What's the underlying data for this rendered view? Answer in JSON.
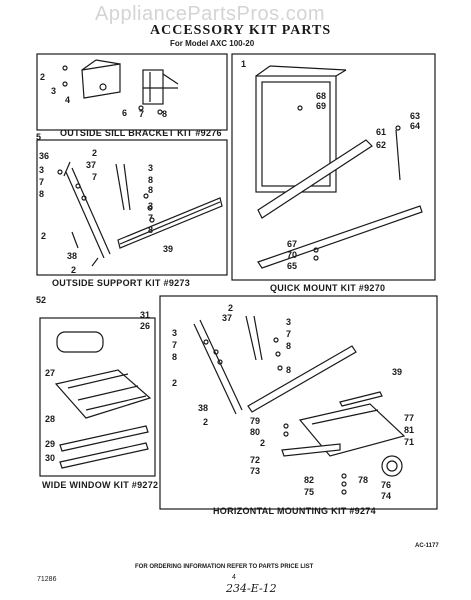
{
  "watermark": "AppliancePartsPros.com",
  "title": "ACCESSORY KIT PARTS",
  "subtitle": "For Model AXC 100-20",
  "kits": {
    "outside_sill": "OUTSIDE SILL BRACKET KIT #9276",
    "outside_support": "OUTSIDE SUPPORT KIT #9273",
    "quick_mount": "QUICK MOUNT KIT #9270",
    "wide_window": "WIDE WINDOW KIT #9272",
    "horizontal": "HORIZONTAL MOUNTING KIT #9274"
  },
  "callouts": {
    "c5": "5",
    "c52": "52",
    "sill": [
      "2",
      "3",
      "4",
      "6",
      "7",
      "8"
    ],
    "support": [
      "36",
      "3",
      "7",
      "8",
      "2",
      "37",
      "7",
      "3",
      "8",
      "8",
      "2",
      "3",
      "7",
      "8",
      "2",
      "38",
      "39"
    ],
    "quick": [
      "1",
      "68",
      "69",
      "63",
      "64",
      "61",
      "62",
      "67",
      "70",
      "65"
    ],
    "wide": [
      "31",
      "26",
      "27",
      "28",
      "29",
      "30"
    ],
    "horiz": [
      "2",
      "37",
      "3",
      "3",
      "7",
      "8",
      "7",
      "2",
      "8",
      "8",
      "39",
      "2",
      "38",
      "79",
      "80",
      "2",
      "77",
      "81",
      "71",
      "72",
      "73",
      "82",
      "75",
      "78",
      "76",
      "74"
    ]
  },
  "ref_code": "AC-1177",
  "footer": "FOR ORDERING INFORMATION REFER TO PARTS PRICE LIST",
  "footer_left": "71286",
  "footer_page": "4",
  "handwritten": "234-E-12"
}
